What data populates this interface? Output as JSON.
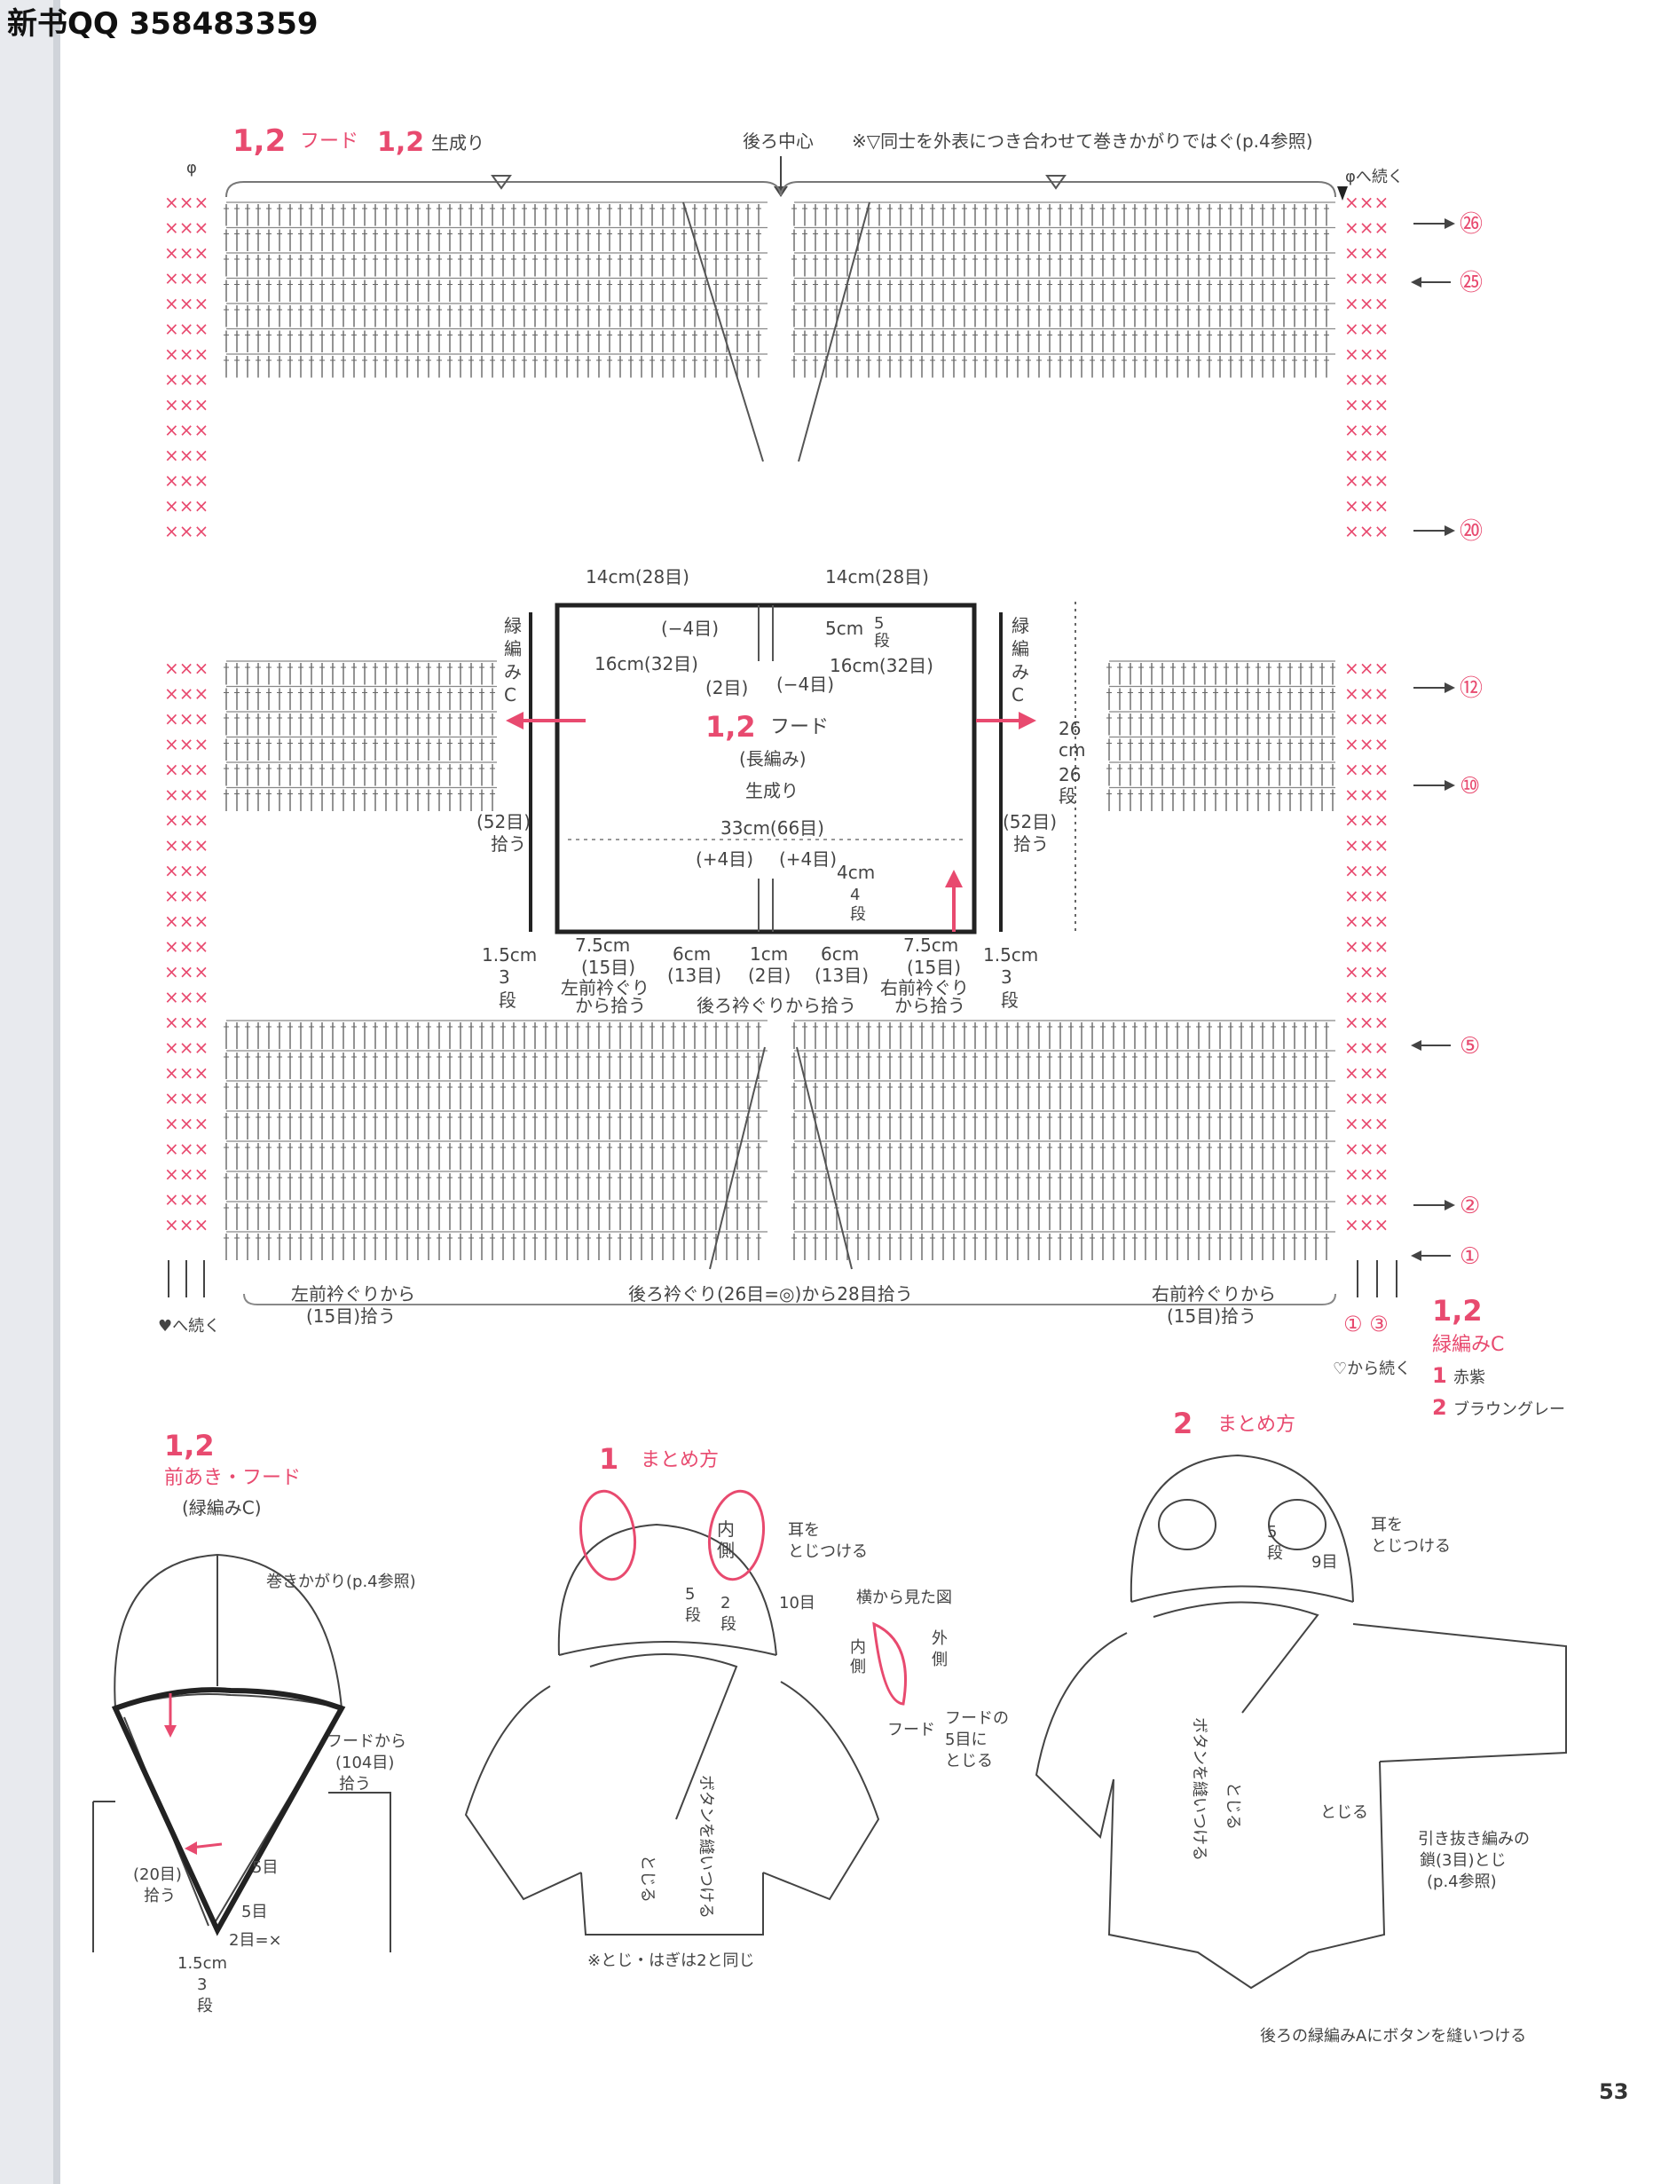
{
  "header": {
    "qq_text": "新书QQ 358483359"
  },
  "page_number": "53",
  "colors": {
    "accent": "#e84a6f",
    "ink": "#444444",
    "line": "#555555"
  },
  "chart_top": {
    "title_num": "1,2",
    "title": "フード",
    "title_num2": "1,2",
    "title_yarn": "生成り",
    "back_center": "後ろ中心",
    "note": "※▽同士を外表につき合わせて巻きかがりではぐ(p.4参照)",
    "phi_left": "φ",
    "phi_right": "φへ続く",
    "row_markers": [
      "㉖",
      "㉕",
      "⑳",
      "⑫",
      "⑩",
      "⑤",
      "②",
      "①"
    ],
    "heart_left": "♥へ続く",
    "bottom_left": [
      "左前衿ぐりから",
      "(15目)拾う"
    ],
    "bottom_center": "後ろ衿ぐり(26目=◎)から28目拾う",
    "bottom_right": [
      "右前衿ぐりから",
      "(15目)拾う"
    ],
    "bottom_circles": "①  ③",
    "heart_right": "♡から続く"
  },
  "schematic": {
    "w_left": "14cm(28目)",
    "w_right": "14cm(28目)",
    "minus_top": "(−4目)",
    "five_cm": "5cm",
    "five_rows": [
      "5",
      "段"
    ],
    "w16_left": "16cm(32目)",
    "w16_right": "16cm(32目)",
    "two_me": "(2目)",
    "minus_mid": "(−4目)",
    "title_num": "1,2",
    "title": "フード",
    "stitch": "(長編み)",
    "yarn": "生成り",
    "w33": "33cm(66目)",
    "plus_left": "(+4目)",
    "plus_right": "(+4目)",
    "four_cm": "4cm",
    "four_rows": [
      "4",
      "段"
    ],
    "height_label": [
      "26",
      "cm",
      "26",
      "段"
    ],
    "edge_left": [
      "緑",
      "編",
      "み",
      "C"
    ],
    "edge_right": [
      "緑",
      "編",
      "み",
      "C"
    ],
    "pick_left": [
      "(52目)",
      "拾う"
    ],
    "pick_right": [
      "(52目)",
      "拾う"
    ],
    "b_left_cm": "1.5cm",
    "b_left_rows": [
      "3",
      "段"
    ],
    "b_75l": [
      "7.5cm",
      "(15目)"
    ],
    "b_6l": [
      "6cm",
      "(13目)"
    ],
    "b_1": [
      "1cm",
      "(2目)"
    ],
    "b_6r": [
      "6cm",
      "(13目)"
    ],
    "b_75r": [
      "7.5cm",
      "(15目)"
    ],
    "b_right_cm": "1.5cm",
    "b_right_rows": [
      "3",
      "段"
    ],
    "left_pick": [
      "左前衿ぐり",
      "から拾う"
    ],
    "right_pick": [
      "右前衿ぐり",
      "から拾う"
    ],
    "back_pick": "後ろ衿ぐりから拾う"
  },
  "legend": {
    "num": "1,2",
    "title": "緑編みC",
    "item1_num": "1",
    "item1": "赤紫",
    "item2_num": "2",
    "item2": "ブラウングレー"
  },
  "fig_left": {
    "num": "1,2",
    "title": "前あき・フード",
    "sub": "(緑編みC)",
    "note_top": "巻きかがり(p.4参照)",
    "note_hood": [
      "フードから",
      "(104目)",
      "拾う"
    ],
    "note_20": [
      "(20目)",
      "拾う"
    ],
    "n5a": "5目",
    "n5b": "5目",
    "n2": "2目=×",
    "bottom": [
      "1.5cm",
      "3",
      "段"
    ]
  },
  "fig_mid": {
    "num": "1",
    "title": "まとめ方",
    "inner": [
      "内",
      "側"
    ],
    "ear": [
      "耳を",
      "とじつける"
    ],
    "rows5": [
      "5",
      "段"
    ],
    "rows2": [
      "2",
      "段"
    ],
    "ten": "10目",
    "side": "横から見た図",
    "side_inner": [
      "内",
      "側"
    ],
    "side_outer": [
      "外",
      "側"
    ],
    "hood": "フード",
    "hood5": [
      "フードの",
      "5目に",
      "とじる"
    ],
    "button": "ボタンを縫いつける",
    "close": "とじる",
    "note": "※とじ・はぎは2と同じ"
  },
  "fig_right": {
    "num": "2",
    "title": "まとめ方",
    "ear": [
      "耳を",
      "とじつける"
    ],
    "rows5": [
      "5",
      "段"
    ],
    "nine": "9目",
    "button": "ボタンを縫いつける",
    "close_v": "とじる",
    "close_h": "とじる",
    "pull": [
      "引き抜き編みの",
      "鎖(3目)とじ",
      "(p.4参照)"
    ],
    "back_note": "後ろの緑編みAにボタンを縫いつける"
  }
}
